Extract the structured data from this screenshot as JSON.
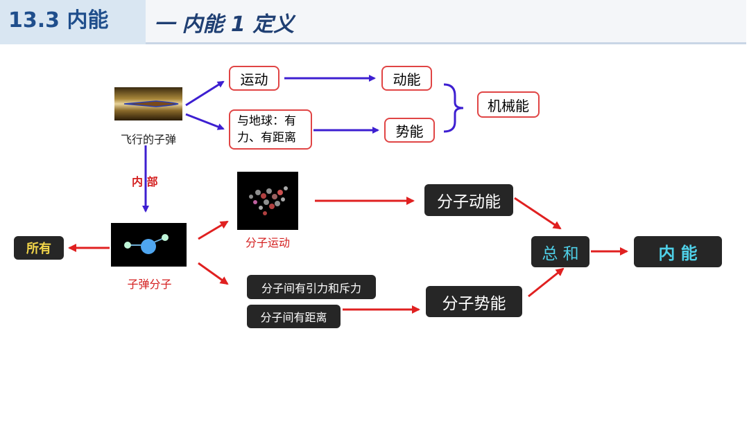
{
  "header": {
    "title": "13.3 内能",
    "section": "一 内能 1 定义"
  },
  "nodes": {
    "motion": "运动",
    "kinetic": "动能",
    "earth_interaction": "与地球：有力、有距离",
    "potential": "势能",
    "mechanical": "机械能",
    "bullet_label": "飞行的子弹",
    "internal_label": "内 部",
    "all": "所有",
    "bullet_molecule": "子弹分子",
    "molecular_motion": "分子运动",
    "molecular_kinetic": "分子动能",
    "force_between": "分子间有引力和斥力",
    "distance_between": "分子间有距离",
    "molecular_potential": "分子势能",
    "sum": "总 和",
    "internal_energy": "内 能"
  },
  "colors": {
    "blue_arrow": "#3d1fd1",
    "red_arrow": "#e02020",
    "accent": "#4fd0e8"
  }
}
